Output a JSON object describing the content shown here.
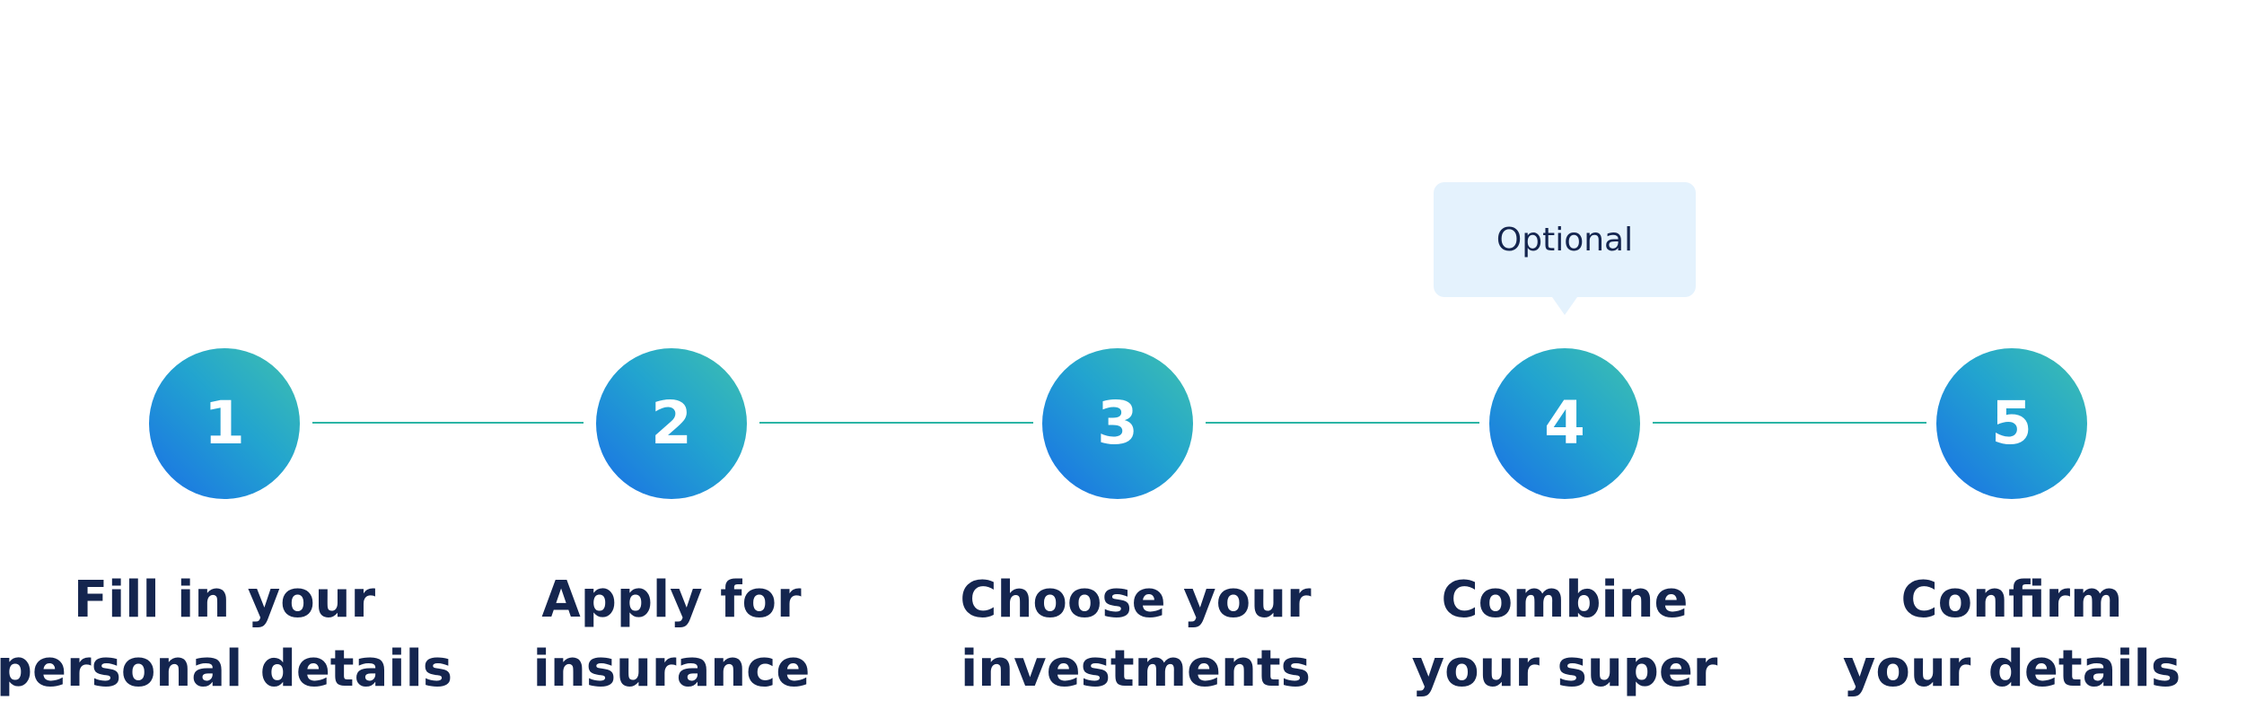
{
  "steps": [
    {
      "number": "1",
      "label_line1": "Fill in your",
      "label_line2": "personal details"
    },
    {
      "number": "2",
      "label_line1": "Apply for",
      "label_line2": "insurance"
    },
    {
      "number": "3",
      "label_line1": "Choose your",
      "label_line2": "investments"
    },
    {
      "number": "4",
      "label_line1": "Combine",
      "label_line2": "your super",
      "tooltip": "Optional"
    },
    {
      "number": "5",
      "label_line1": "Confirm",
      "label_line2": "your details"
    }
  ],
  "colors": {
    "circle_gradient_start": "#1a6fe6",
    "circle_gradient_end": "#3fc0ae",
    "connector": "#2bb5a5",
    "label_text": "#14254f",
    "tooltip_background": "#e4f2fd"
  }
}
